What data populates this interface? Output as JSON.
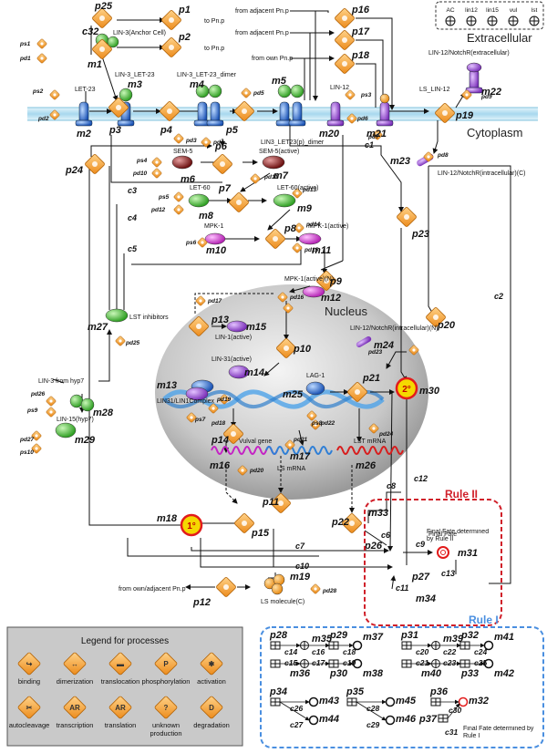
{
  "regions": {
    "extracellular": "Extracellular",
    "cytoplasm": "Cytoplasm",
    "nucleus": "Nucleus"
  },
  "extracellular_box": {
    "items": [
      "AC",
      "lin12",
      "lin15",
      "vul",
      "lst"
    ]
  },
  "nodes": {
    "p25": "p25",
    "p1": "p1",
    "p2": "p2",
    "p16": "p16",
    "p17": "p17",
    "p18": "p18",
    "c32": "c32",
    "m1": "m1",
    "m2": "m2",
    "p3": "p3",
    "m3": "m3",
    "p4": "p4",
    "m4": "m4",
    "p5": "p5",
    "m5": "m5",
    "m20": "m20",
    "m21": "m21",
    "p19": "p19",
    "m22": "m22",
    "p24": "p24",
    "p6": "p6",
    "m6": "m6",
    "m7": "m7",
    "p7": "p7",
    "m8": "m8",
    "m9": "m9",
    "p8": "p8",
    "m10": "m10",
    "m11": "m11",
    "m23": "m23",
    "p23": "p23",
    "p9": "p9",
    "m12": "m12",
    "m27": "m27",
    "p13": "p13",
    "m15": "m15",
    "p10": "p10",
    "p20": "p20",
    "m24": "m24",
    "m13": "m13",
    "m14": "m14",
    "m25": "m25",
    "p21": "p21",
    "m30": "m30",
    "m28": "m28",
    "m29": "m29",
    "p14": "p14",
    "m16": "m16",
    "m17": "m17",
    "m26": "m26",
    "m18": "m18",
    "p15": "p15",
    "p11": "p11",
    "p22": "p22",
    "m33": "m33",
    "p26": "p26",
    "m31": "m31",
    "p27": "p27",
    "m34": "m34",
    "m19": "m19",
    "p12": "p12",
    "c1": "c1",
    "c2": "c2",
    "c3": "c3",
    "c4": "c4",
    "c5": "c5",
    "c6": "c6",
    "c7": "c7",
    "c8": "c8",
    "c9": "c9",
    "c10": "c10",
    "c11": "c11",
    "c12": "c12",
    "c13": "c13"
  },
  "labels": {
    "to_pnp_1": "to Pn.p",
    "to_pnp_2": "to Pn.p",
    "from_adjacent_1": "from adjacent Pn.p",
    "from_adjacent_2": "from adjacent Pn.p",
    "from_own": "from own Pn.p",
    "lin3_anchor": "LIN-3(Anchor Cell)",
    "let23": "LET-23",
    "lin3_let23": "LIN-3_LET-23",
    "lin3_let23_dimer": "LIN-3_LET-23_dimer",
    "lin3_let23p_dimer": "LIN3_LET23(p)_dimer",
    "lin12": "LIN-12",
    "ls_lin12": "LS_LIN-12",
    "lin12_notch_extra": "LIN-12/NotchR(extracellular)",
    "lin12_notch_intra_c": "LIN-12/NotchR(intracellular)(C)",
    "sem5": "SEM-5",
    "sem5_active": "SEM-5(active)",
    "let60": "LET-60",
    "let60_active": "LET-60(active)",
    "mpk1": "MPK-1",
    "mpk1_active": "MPK-1(active)",
    "mpk1_active_n": "MPK-1(active)(N)",
    "lst_inhibitors": "LST inhibitors",
    "lin1_active": "LIN-1(active)",
    "lin12_notch_intra_n": "LIN-12/NotchR(intracellular)(N)",
    "lin31_active": "LIN-31(active)",
    "lin31_lin1_complex": "LIN31/LIN1Complex",
    "lag1": "LAG-1",
    "lin3_hyp7": "LIN-3 from hyp7",
    "lin15_hyp7": "LIN-15(hyp7)",
    "vulval_gene": "Vulval gene",
    "ls_mrna": "LS mRNA",
    "lst_mrna": "LST mRNA",
    "ls_molecule": "LS molecule(C)",
    "from_own_adjacent": "from own/adjacent Pn.p",
    "final_fate_rule2": "Final Fate determined by Rule II",
    "final_fate_rule1": "Final Fate determined by Rule I",
    "fate1": "1°",
    "fate2": "2°"
  },
  "params": {
    "ps1": "ps1",
    "pd1": "pd1",
    "ps2": "ps2",
    "pd2": "pd2",
    "pd3": "pd3",
    "pd4": "pd4",
    "pd5": "pd5",
    "pd6": "pd6",
    "ps3": "ps3",
    "pd7": "pd7",
    "pd8": "pd8",
    "pd9": "pd9",
    "ps4": "ps4",
    "pd10": "pd10",
    "pd11": "pd11",
    "ps5": "ps5",
    "pd12": "pd12",
    "pd13": "pd13",
    "ps6": "ps6",
    "pd14": "pd14",
    "pd15": "pd15",
    "pd16": "pd16",
    "pd17": "pd17",
    "pd23": "pd23",
    "pd19": "pd19",
    "ps7": "ps7",
    "pd18": "pd18",
    "ps8": "ps8",
    "pd22": "pd22",
    "pd24": "pd24",
    "pd25": "pd25",
    "pd26": "pd26",
    "ps9": "ps9",
    "pd27": "pd27",
    "ps10": "ps10",
    "pd20": "pd20",
    "pd21": "pd21",
    "pd28": "pd28"
  },
  "rule2": {
    "title": "Rule II"
  },
  "rule1": {
    "title": "Rule I",
    "rows": [
      [
        "p28",
        "m35",
        "p29",
        "m37",
        "c14",
        "c16",
        "c18",
        "c15",
        "m36",
        "c17",
        "p30",
        "c19",
        "m38"
      ],
      [
        "p31",
        "m39",
        "p32",
        "m41",
        "c20",
        "c22",
        "c24",
        "c21",
        "m40",
        "c23",
        "p33",
        "c25",
        "m42"
      ],
      [
        "p34",
        "m43",
        "c26",
        "c27",
        "m44",
        "p35",
        "m45",
        "c28",
        "c29",
        "m46",
        "p36",
        "m32",
        "p37",
        "c30",
        "c31"
      ]
    ]
  },
  "legend": {
    "title": "Legend for processes",
    "items": [
      "binding",
      "dimerization",
      "translocation",
      "phosphorylation",
      "activation",
      "autocleavage",
      "transcription",
      "translation",
      "unknown production",
      "degradation"
    ]
  },
  "colors": {
    "membrane": "#bfe3f3",
    "process_orange": "#f3a13a",
    "nucleus": "#bdbdbd",
    "rule2_border": "#d0202a",
    "rule1_border": "#4a8fe0",
    "green_mol": "#4cc63a",
    "blue_receptor": "#2a6fd6",
    "purple_receptor": "#9b3fd6",
    "red_mol": "#8a1a1a",
    "magenta_mol": "#d63ad6",
    "fate_yellow": "#f5d800",
    "fate_red": "#e21b1b"
  }
}
